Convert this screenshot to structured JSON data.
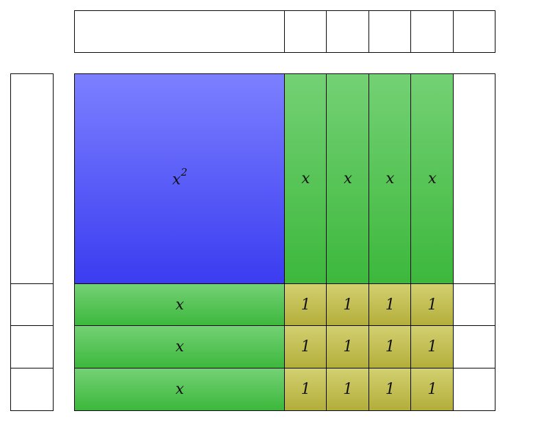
{
  "tiles": {
    "x_squared_base": "x",
    "x_squared_exp": "2",
    "x": "x",
    "unit": "1"
  }
}
